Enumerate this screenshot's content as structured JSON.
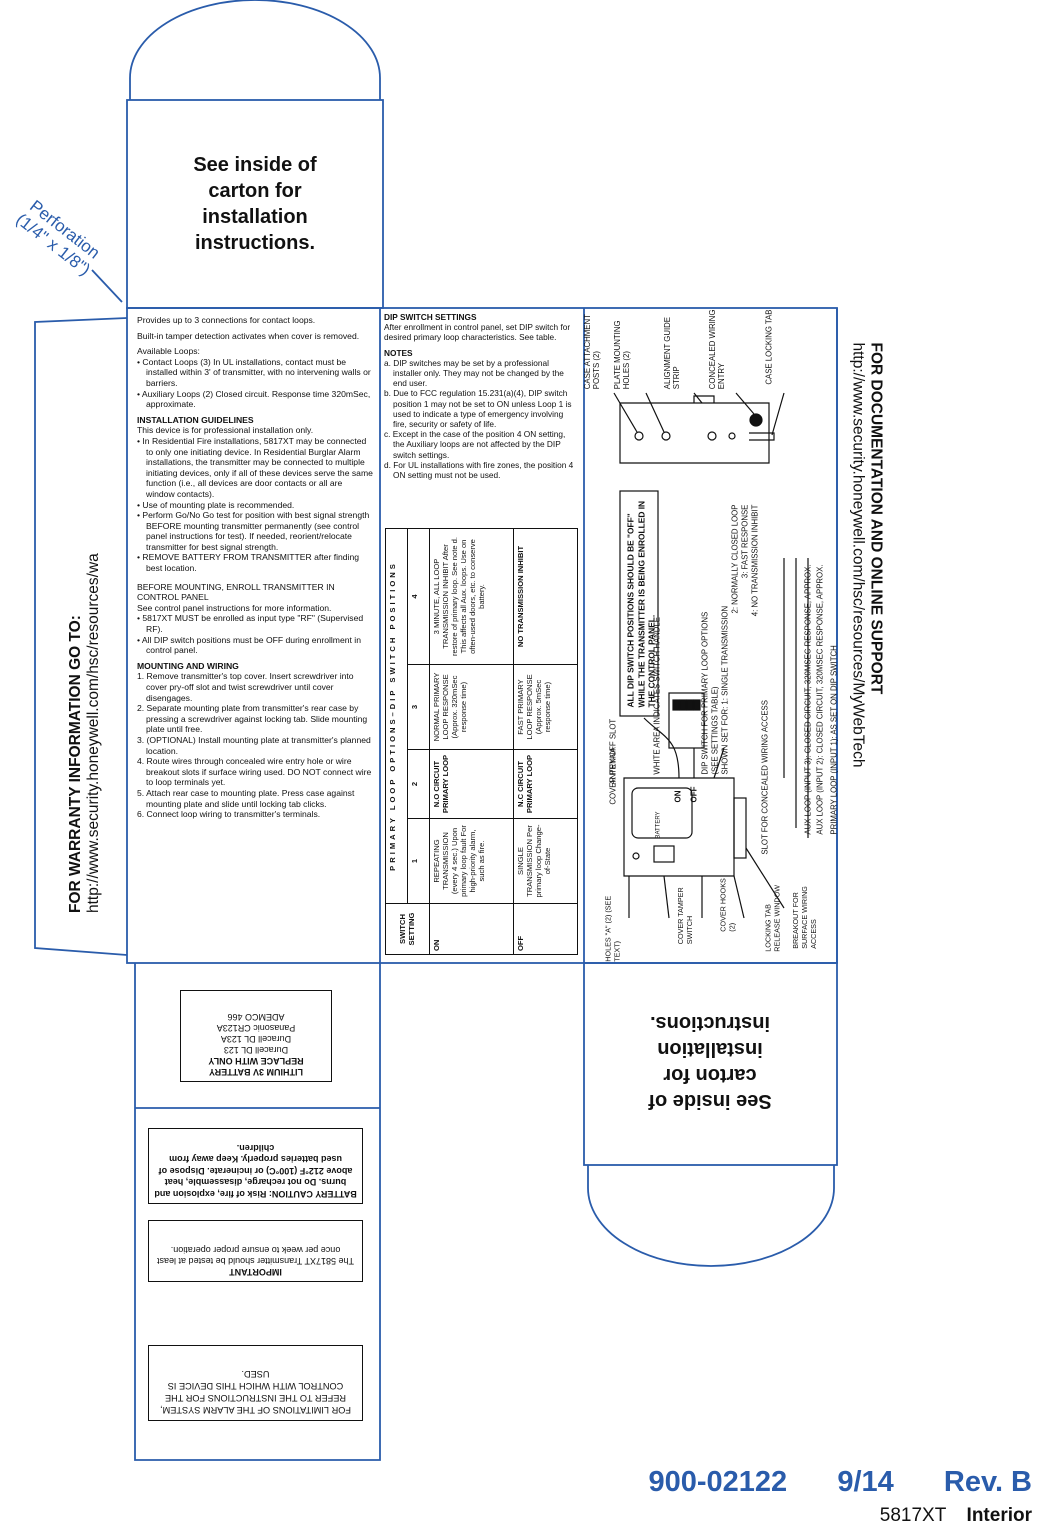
{
  "carton_top": {
    "see_inside": [
      "See inside of",
      "carton for",
      "installation",
      "instructions."
    ]
  },
  "perforation": {
    "line1": "Perforation",
    "line2": "(1/4\" x 1/8\")"
  },
  "left_flap": {
    "warranty_title": "FOR WARRANTY INFORMATION GO TO:",
    "warranty_url": "http://www.security.honeywell.com/hsc/resources/wa"
  },
  "instructions": {
    "intro1": "Provides up to 3 connections for contact loops.",
    "intro2": "Built-in tamper detection activates when cover is removed.",
    "avail": "Available Loops:",
    "avail_items": [
      "• Contact Loops (3) In UL installations, contact must be installed within 3' of transmitter, with no intervening walls or barriers.",
      "• Auxiliary Loops (2) Closed circuit. Response time 320mSec, approximate."
    ],
    "guidelines_title": "INSTALLATION GUIDELINES",
    "guidelines_intro": "This device is for professional installation only.",
    "guidelines_items": [
      "• In Residential Fire installations, 5817XT may be connected to only one initiating device. In Residential Burglar Alarm installations, the transmitter may be connected to multiple initiating devices, only if all of these devices serve the same function (i.e., all devices are door contacts or all are window contacts).",
      "• Use of mounting plate is recommended.",
      "• Perform Go/No Go test for position with best signal strength BEFORE mounting transmitter permanently (see control panel instructions for test). If needed, reorient/relocate transmitter for best signal strength.",
      "• REMOVE BATTERY FROM TRANSMITTER after finding best location."
    ],
    "enroll_title": "BEFORE MOUNTING, ENROLL TRANSMITTER IN CONTROL PANEL",
    "enroll_intro": "See control panel instructions for more information.",
    "enroll_items": [
      "• 5817XT MUST be enrolled as input type \"RF\" (Supervised RF).",
      "• All DIP switch positions must be OFF during enrollment in control panel."
    ],
    "mounting_title": "MOUNTING AND WIRING",
    "mounting_items": [
      "1. Remove transmitter's top cover. Insert screwdriver into cover pry-off slot and twist screwdriver until cover disengages.",
      "2. Separate mounting plate from transmitter's rear case by pressing a screwdriver against locking tab. Slide mounting plate until free.",
      "3. (OPTIONAL) Install mounting plate at transmitter's planned location.",
      "4. Route wires through concealed wire entry hole or wire breakout slots if surface wiring used. DO NOT connect wire to loop terminals yet.",
      "5. Attach rear case to mounting plate. Press case against mounting plate and slide until locking tab clicks.",
      "6. Connect loop wiring to transmitter's terminals."
    ]
  },
  "dip": {
    "title": "DIP SWITCH SETTINGS",
    "intro": "After enrollment in control panel, set DIP switch for desired primary loop characteristics. See table.",
    "notes_title": "NOTES",
    "notes": [
      "a. DIP switches may be set by a professional installer only. They may not be changed by the end user.",
      "b. Due to FCC regulation 15.231(a)(4), DIP switch position 1 may not be set to ON unless Loop 1 is used to indicate a type of emergency involving fire, security or safety of life.",
      "c. Except in the case of the position 4 ON setting, the Auxiliary loops are not affected by the DIP switch settings.",
      "d. For UL installations with fire zones, the position 4 ON setting must not be used."
    ],
    "table": {
      "header": "PRIMARY LOOP OPTIONS–DIP SWITCH POSITIONS",
      "col0": "SWITCH SETTING",
      "cols": [
        "1",
        "2",
        "3",
        "4"
      ],
      "rows": [
        {
          "label": "ON",
          "cells": [
            "REPEATING TRANSMISSION (every 4 sec.) Upon primary loop fault For high-priority alarm, such as fire.",
            "N.O CIRCUIT PRIMARY LOOP",
            "NORMAL PRIMARY LOOP RESPONSE (Approx. 320mSec response time)",
            "3 MINUTE, ALL LOOP TRANSMISSION INHIBIT After restore of primary loop. See note d. This affects all Aux. loops. Use on often-used doors, etc. to conserve battery."
          ]
        },
        {
          "label": "OFF",
          "cells": [
            "SINGLE TRANSMISSION Per primary loop Change-of-State",
            "N.C CIRCUIT PRIMARY LOOP",
            "FAST PRIMARY LOOP RESPONSE (Approx. 5mSec response time)",
            "NO TRANSMISSION INHIBIT"
          ]
        }
      ]
    }
  },
  "diagram": {
    "top_labels": [
      "CASE ATTACHMENT POSTS (2)",
      "PLATE MOUNTING HOLES (2)",
      "ALIGNMENT GUIDE STRIP",
      "CONCEALED WIRING ENTRY",
      "CASE LOCKING TAB"
    ],
    "warning": "ALL DIP SWITCH POSITIONS SHOULD BE \"OFF\" WHILE THE TRANSMITTER IS BEING ENROLLED IN THE CONTROL PANEL.",
    "right_labels": [
      "WHITE AREA INDICATES SWITCH HANDLE",
      "DIP SWITCH FOR PRIMARY LOOP OPTIONS",
      "(SEE SETTINGS TABLE)",
      "SHOWN SET FOR: 1: SINGLE TRANSMISSION",
      "2: NORMALLY CLOSED LOOP",
      "3: FAST RESPONSE",
      "4: NO TRANSMISSION INHIBIT",
      "SLOT FOR CONCEALED WIRING ACCESS",
      "AUX LOOP (INPUT 3): CLOSED CIRCUIT, 320MSEC RESPONSE, APPROX.",
      "AUX LOOP (INPUT 2): CLOSED CIRCUIT, 320MSEC RESPONSE, APPROX.",
      "PRIMARY LOOP (INPUT 1): AS SET ON DIP SWITCH"
    ],
    "left_labels": [
      "COVER PRY-OFF SLOT",
      "ANTENNA"
    ],
    "bottom_labels": [
      "HOLES \"A\" (2) (SEE TEXT)",
      "COVER TAMPER SWITCH",
      "COVER HOOKS (2)",
      "LOCKING TAB RELEASE WINDOW",
      "BREAKOUT FOR SURFACE WIRING ACCESS"
    ],
    "on": "ON",
    "off": "OFF",
    "battery": "BATTERY"
  },
  "right_flap": {
    "doc_title": "FOR DOCUMENTATION AND ONLINE SUPPORT",
    "doc_url": "http://www.security.honeywell.com/hsc/resources/MyWebTech"
  },
  "bottom_left": {
    "battery_box": [
      "LITHIUM 3V BATTERY",
      "REPLACE WITH ONLY",
      "Duracell DL 123",
      "Duracell DL 123A",
      "Panasonic CR123A",
      "ADEMCO 466"
    ],
    "caution_box": "BATTERY CAUTION: Risk of fire, explosion and burns. Do not recharge, disassemble, heat above 212°F (100°C) or incinerate. Dispose of used batteries properly. Keep away from children.",
    "important_title": "IMPORTANT",
    "important_text": "The 5817XT Transmitter should be tested at least once per week to ensure proper operation.",
    "limitations": "FOR LIMITATIONS OF THE ALARM SYSTEM, REFER TO THE INSTRUCTIONS FOR THE CONTROL WITH WHICH THIS DEVICE IS USED."
  },
  "bottom_right": {
    "see_inside": [
      "See inside of",
      "carton for",
      "installation",
      "instructions."
    ]
  },
  "footer": {
    "part": "900-02122",
    "date": "9/14",
    "rev": "Rev. B",
    "model": "5817XT",
    "type": "Interior"
  },
  "colors": {
    "line": "#2a5cab",
    "text": "#111111"
  }
}
